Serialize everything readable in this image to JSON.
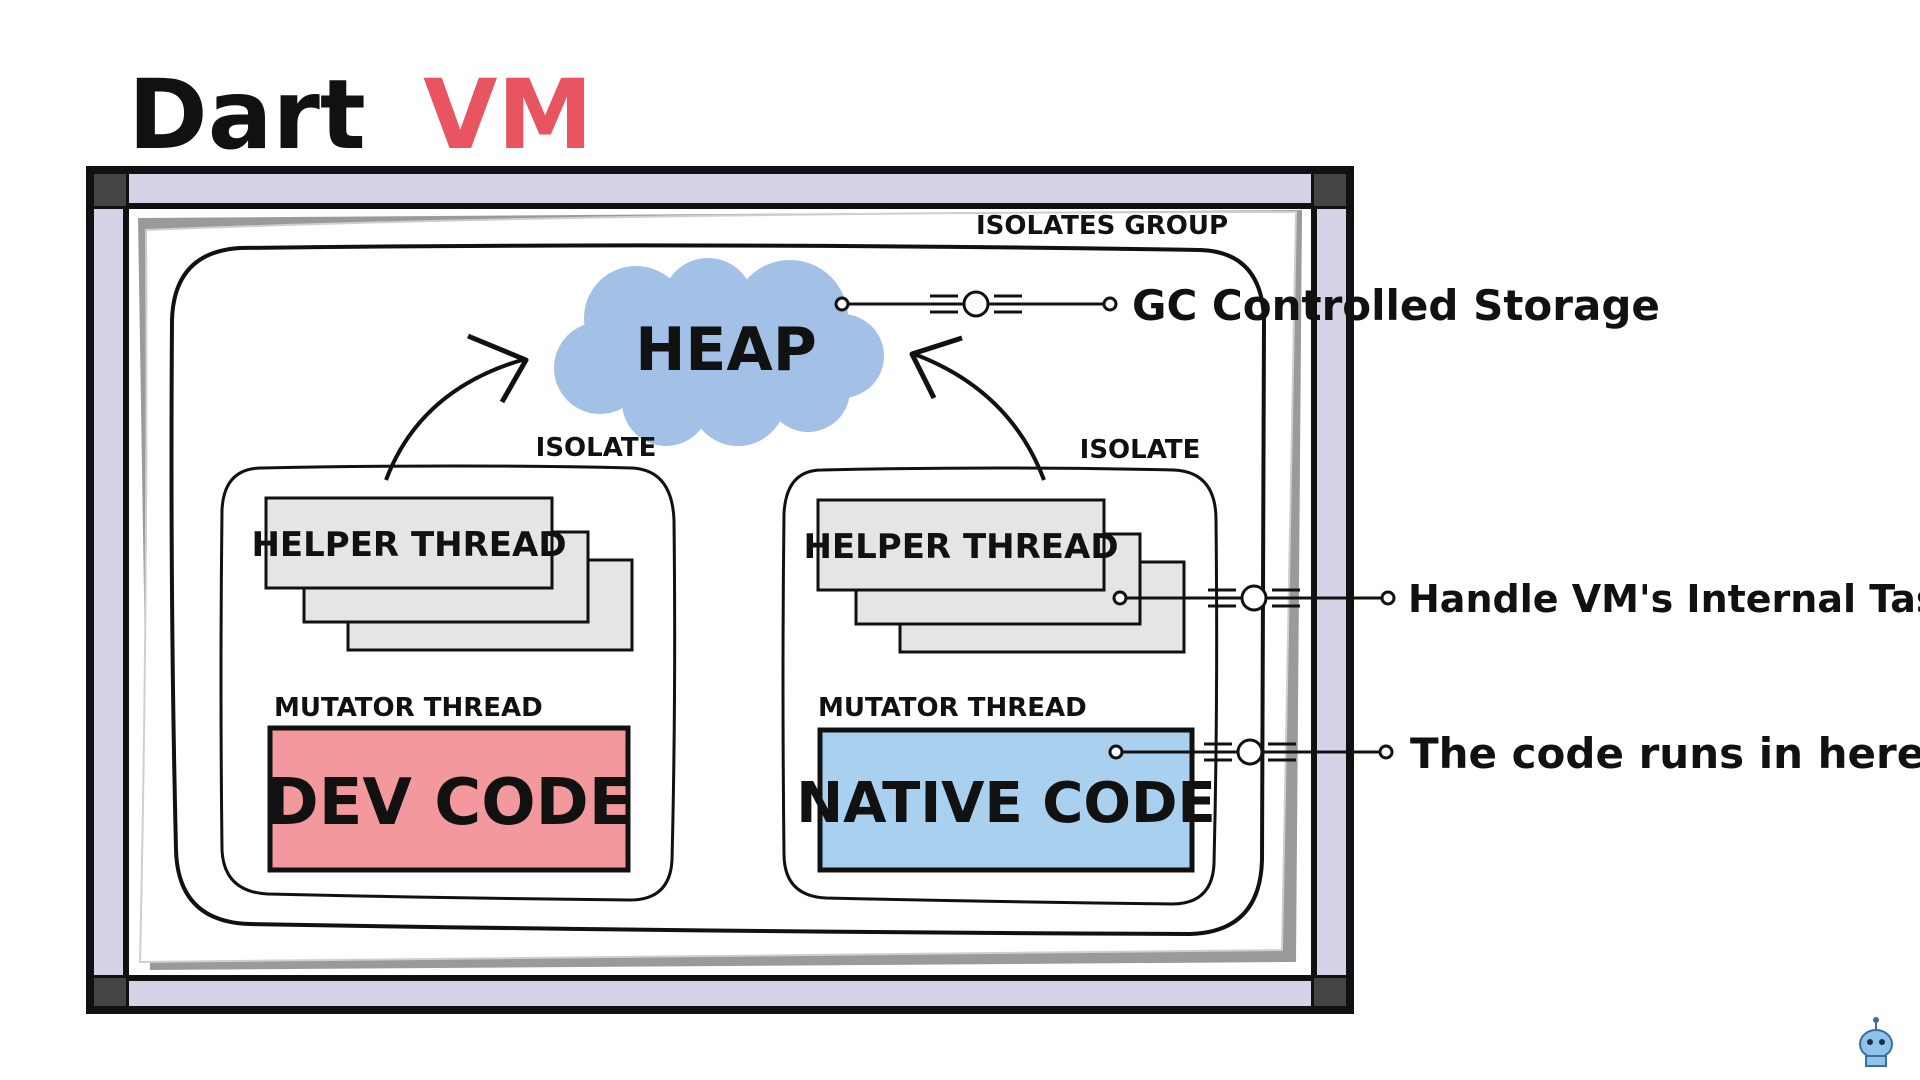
{
  "title": {
    "part1": "Dart",
    "part2": "VM",
    "part1_color": "#111111",
    "part2_color": "#e8545f"
  },
  "labels": {
    "isolates_group": "ISOLATES GROUP",
    "heap": "HEAP",
    "isolate_left": "ISOLATE",
    "isolate_right": "ISOLATE",
    "helper_thread_left": "HELPER THREAD",
    "helper_thread_right": "HELPER THREAD",
    "mutator_thread_left": "MUTATOR THREAD",
    "mutator_thread_right": "MUTATOR THREAD",
    "dev_code": "DEV CODE",
    "native_code": "NATIVE CODE"
  },
  "annotations": {
    "gc_storage": "GC Controlled Storage",
    "internal_tasks": "Handle VM's Internal Tasks",
    "code_runs": "The code runs in here"
  },
  "colors": {
    "frame_border": "#111111",
    "frame_inner": "#d6d3e8",
    "heap_cloud": "#a3c1e6",
    "helper_box": "#e5e5e5",
    "dev_code_box": "#f3989c",
    "native_code_box": "#a9d0ee",
    "paper_shadow": "#9a9a9a"
  },
  "icons": [
    "connector-icon",
    "robot-mascot-icon"
  ]
}
